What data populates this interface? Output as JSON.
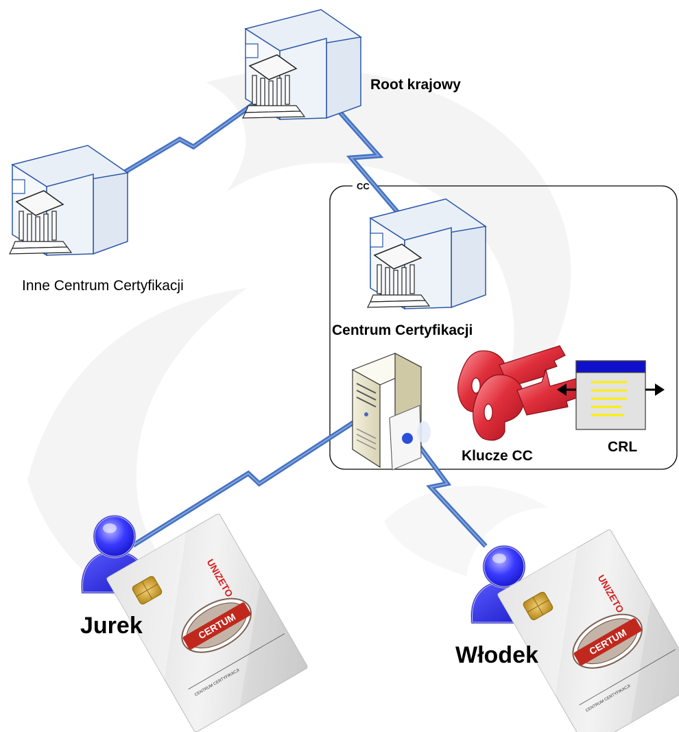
{
  "nodes": {
    "root_label": "Root krajowy",
    "other_ca_label": "Inne Centrum Certyfikacji",
    "ca_group_label": "CC",
    "ca_label": "Centrum Certyfikacji",
    "keys_label": "Klucze CC",
    "crl_label": "CRL"
  },
  "users": {
    "user1": "Jurek",
    "user2": "Włodek"
  },
  "card": {
    "brand": "UNIZETO",
    "seal": "CERTUM",
    "subtitle": "CENTRUM CERTYFIKACJI"
  },
  "colors": {
    "link": "#4472c4",
    "building_face": "#eef3f9",
    "building_stroke": "#2a57a8",
    "user_blue": "#2b2bff",
    "key_red": "#d91e2a",
    "crl_header": "#1010cc",
    "crl_lines": "#ffee00",
    "watermark": "#f4f4f4"
  }
}
